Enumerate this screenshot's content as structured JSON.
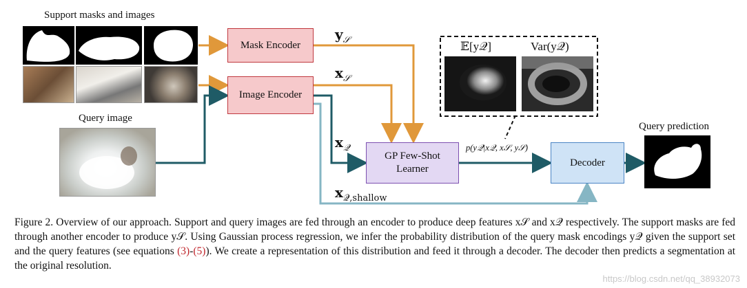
{
  "labels": {
    "support": "Support masks and images",
    "query_image": "Query image",
    "query_prediction": "Query prediction",
    "expectation": "𝔼[y𝒬]",
    "variance": "Var(y𝒬)",
    "probability": "p(y𝒬|x𝒬, x𝒮, y𝒮)"
  },
  "boxes": {
    "mask_encoder": "Mask Encoder",
    "image_encoder": "Image Encoder",
    "gp_learner": "GP Few-Shot Learner",
    "decoder": "Decoder"
  },
  "edges": {
    "y_s": "y",
    "y_s_sub": "𝒮",
    "x_s": "x",
    "x_s_sub": "𝒮",
    "x_q": "x",
    "x_q_sub": "𝒬",
    "x_q_shallow": "x",
    "x_q_shallow_sub": "𝒬,shallow"
  },
  "caption": {
    "p1": "Figure 2. Overview of our approach. Support and query images are fed through an encoder to produce deep features x𝒮 and x𝒬 respectively. The support masks are fed through another encoder to produce y𝒮. Using Gaussian process regression, we infer the probability distribution of the query mask encodings y𝒬 given the support set and the query features (see equations ",
    "ref1": "(3)",
    "dash": "-",
    "ref2": "(5)",
    "p2": "). We create a representation of this distribution and feed it through a decoder. The decoder then predicts a segmentation at the original resolution."
  },
  "watermark": "https://blog.csdn.net/qq_38932073",
  "colors": {
    "orange": "#e0983a",
    "teal": "#1f5b66",
    "light_teal": "#86b6c4",
    "red_box": "#f6c9cb",
    "purple_box": "#e3d8f3",
    "blue_box": "#cfe3f6"
  }
}
